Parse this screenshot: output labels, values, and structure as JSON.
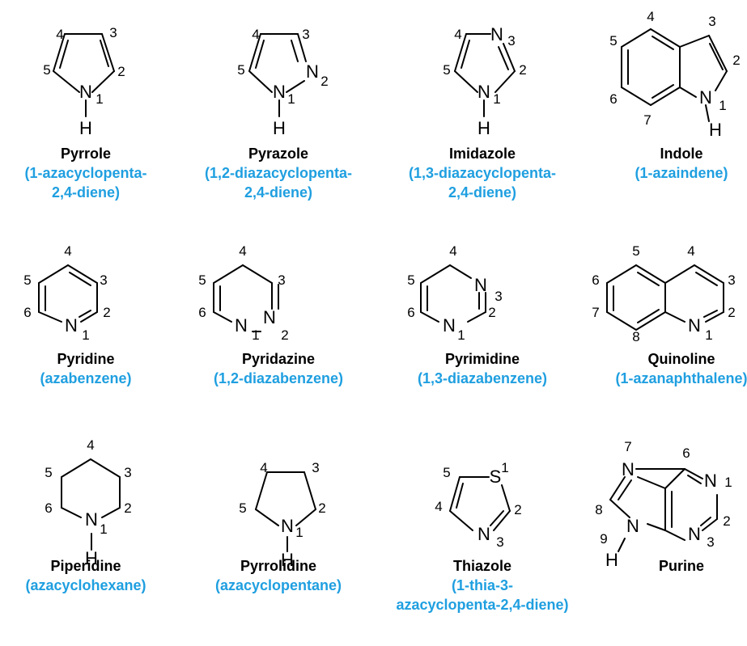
{
  "colors": {
    "iupac": "#1f9fe0",
    "ink": "#000000",
    "background": "#ffffff"
  },
  "compounds": [
    {
      "key": "pyrrole",
      "name": "Pyrrole",
      "iupac": [
        "(1-azacyclopenta-",
        "2,4-diene)"
      ],
      "atoms": [
        "N",
        "H"
      ],
      "locants": [
        "1",
        "2",
        "3",
        "4",
        "5"
      ]
    },
    {
      "key": "pyrazole",
      "name": "Pyrazole",
      "iupac": [
        "(1,2-diazacyclopenta-",
        "2,4-diene)"
      ],
      "atoms": [
        "N",
        "N",
        "H"
      ],
      "locants": [
        "1",
        "2",
        "3",
        "4",
        "5"
      ]
    },
    {
      "key": "imidazole",
      "name": "Imidazole",
      "iupac": [
        "(1,3-diazacyclopenta-",
        "2,4-diene)"
      ],
      "atoms": [
        "N",
        "N",
        "H"
      ],
      "locants": [
        "1",
        "2",
        "3",
        "4",
        "5"
      ]
    },
    {
      "key": "indole",
      "name": "Indole",
      "iupac": [
        "(1-azaindene)"
      ],
      "atoms": [
        "N",
        "H"
      ],
      "locants": [
        "1",
        "2",
        "3",
        "4",
        "5",
        "6",
        "7"
      ]
    },
    {
      "key": "pyridine",
      "name": "Pyridine",
      "iupac": [
        "(azabenzene)"
      ],
      "atoms": [
        "N"
      ],
      "locants": [
        "1",
        "2",
        "3",
        "4",
        "5",
        "6"
      ]
    },
    {
      "key": "pyridazine",
      "name": "Pyridazine",
      "iupac": [
        "(1,2-diazabenzene)"
      ],
      "atoms": [
        "N",
        "N"
      ],
      "locants": [
        "1",
        "2",
        "3",
        "4",
        "5",
        "6"
      ]
    },
    {
      "key": "pyrimidine",
      "name": "Pyrimidine",
      "iupac": [
        "(1,3-diazabenzene)"
      ],
      "atoms": [
        "N",
        "N"
      ],
      "locants": [
        "1",
        "2",
        "3",
        "4",
        "5",
        "6"
      ]
    },
    {
      "key": "quinoline",
      "name": "Quinoline",
      "iupac": [
        "(1-azanaphthalene)"
      ],
      "atoms": [
        "N"
      ],
      "locants": [
        "1",
        "2",
        "3",
        "4",
        "5",
        "6",
        "7",
        "8"
      ]
    },
    {
      "key": "piperidine",
      "name": "Piperidine",
      "iupac": [
        "(azacyclohexane)"
      ],
      "atoms": [
        "N",
        "H"
      ],
      "locants": [
        "1",
        "2",
        "3",
        "4",
        "5",
        "6"
      ]
    },
    {
      "key": "pyrrolidine",
      "name": "Pyrrolidine",
      "iupac": [
        "(azacyclopentane)"
      ],
      "atoms": [
        "N",
        "H"
      ],
      "locants": [
        "1",
        "2",
        "3",
        "4",
        "5"
      ]
    },
    {
      "key": "thiazole",
      "name": "Thiazole",
      "iupac": [
        "(1-thia-3-",
        "azacyclopenta-2,4-diene)"
      ],
      "atoms": [
        "S",
        "N"
      ],
      "locants": [
        "1",
        "2",
        "3",
        "4",
        "5"
      ]
    },
    {
      "key": "purine",
      "name": "Purine",
      "iupac": [],
      "atoms": [
        "N",
        "N",
        "N",
        "N",
        "H"
      ],
      "locants": [
        "1",
        "2",
        "3",
        "6",
        "7",
        "8",
        "9"
      ]
    }
  ]
}
